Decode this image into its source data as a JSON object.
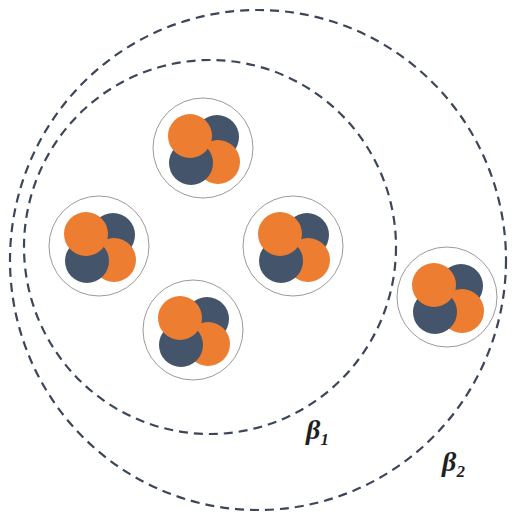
{
  "diagram": {
    "nodes": [
      {
        "text": [
          "β₂"
        ]
      },
      {
        "text": [
          "β₁"
        ],
        "in": 0
      }
    ]
  }
}
